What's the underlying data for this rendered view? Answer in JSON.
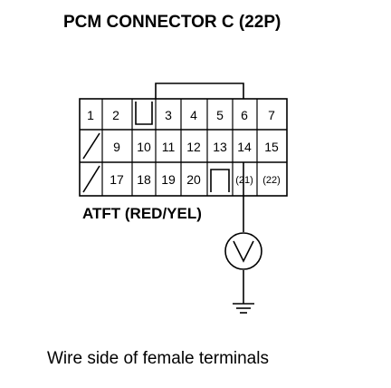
{
  "title": "PCM CONNECTOR C (22P)",
  "wire_label": "ATFT (RED/YEL)",
  "caption": "Wire side of female terminals",
  "meter_symbol": "V",
  "pins": {
    "p1": "1",
    "p2": "2",
    "p3": "3",
    "p4": "4",
    "p5": "5",
    "p6": "6",
    "p7": "7",
    "p9": "9",
    "p10": "10",
    "p11": "11",
    "p12": "12",
    "p13": "13",
    "p14": "14",
    "p15": "15",
    "p17": "17",
    "p18": "18",
    "p19": "19",
    "p20": "20",
    "p21": "(21)",
    "p22": "(22)"
  },
  "icons": {
    "meter": "voltmeter-icon",
    "ground": "ground-icon"
  }
}
